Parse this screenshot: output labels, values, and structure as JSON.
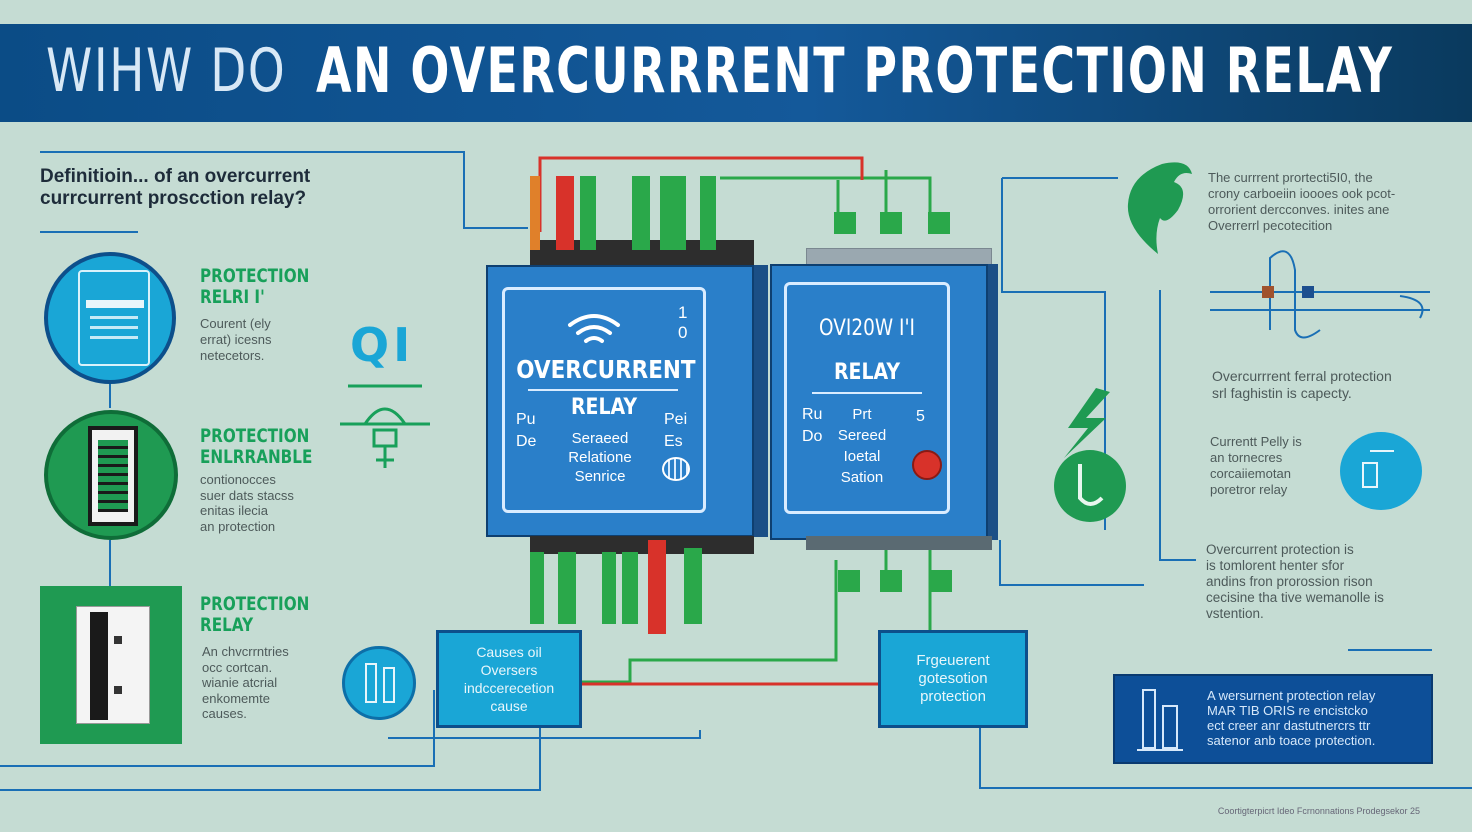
{
  "header": {
    "title_part1": "WIHW DO",
    "title_part2": "AN OVERCURRRENT PROTECTION RELAY"
  },
  "definition": {
    "text": "Definitioin... of an overcurrent\ncurrcurrent proscction relay?"
  },
  "left_items": [
    {
      "heading": "PROTECTION\nRELRI I'",
      "desc": "Courent (ely\nerrat) icesns\nnetecetors.",
      "icon": "relay-display-icon"
    },
    {
      "heading": "PROTECTION\nENLRRANBLE",
      "desc": "contionocces\nsuer dats stacss\nenitas ilecia\nan protection",
      "icon": "circuit-board-icon"
    },
    {
      "heading": "PROTECTION\nRELAY",
      "desc": "An chvcrrntries\nocc cortcan.\nwianie atcrial\nenkomemte\ncauses.",
      "icon": "breaker-module-icon"
    }
  ],
  "center_symbol": {
    "label": "QI"
  },
  "relay_left": {
    "wifi_icon": "wifi-icon",
    "title": "OVERCURRENT",
    "subtitle": "RELAY",
    "left_col": "Pu\nDe",
    "center_col": "Seraeed\nRelatione\nSenrice",
    "right_col": "Pei\nEs",
    "corner": "1\n0",
    "badge_icon": "gauge-icon"
  },
  "relay_right": {
    "title": "OVI20W I'I",
    "subtitle": "RELAY",
    "left_col": "Ru\nDo",
    "center_col": "Prt\nSereed\nIoetal\nSation",
    "right_col": "5",
    "badge_icon": "fault-indicator-icon"
  },
  "boxes": {
    "causes": "Causes oil\nOversers\nindccerecetion\ncause",
    "frequency": "Frgeuerent\ngotesotion\nprotection"
  },
  "right_notes": [
    {
      "text": "The currrent prortecti5I0, the\ncrony carboeiin ioooes ook pcot-\norrorient dercconves.  inites ane\nOverrerrl pecotecition"
    },
    {
      "text": "Overcurrrent ferral protection\nsrl faghistin is capecty."
    },
    {
      "text": "Currentt Pelly is\nan tornecres\ncorcaiiemotan\nporetror relay"
    },
    {
      "text": "Overcurrent protection is\nis tomlorent henter sfor\nandins fron prorossion rison\ncecisine tha tive wemanolle is\nvstention."
    }
  ],
  "corner_note": {
    "text": "A wersurnent protection relay\nMAR TIB ORIS re encistcko\nect creer anr dastutnercrs ttr\nsatenor anb toace protection."
  },
  "footer": "Coortigterpicrt Ideo Fcrnonnations  Prodegsekor  25",
  "colors": {
    "banner": "#0b4c86",
    "accent_green": "#18a05a",
    "relay_blue": "#2a7fc9",
    "wire_red": "#d8322a",
    "wire_green": "#2aa84a",
    "line_blue": "#1a6fb5"
  }
}
